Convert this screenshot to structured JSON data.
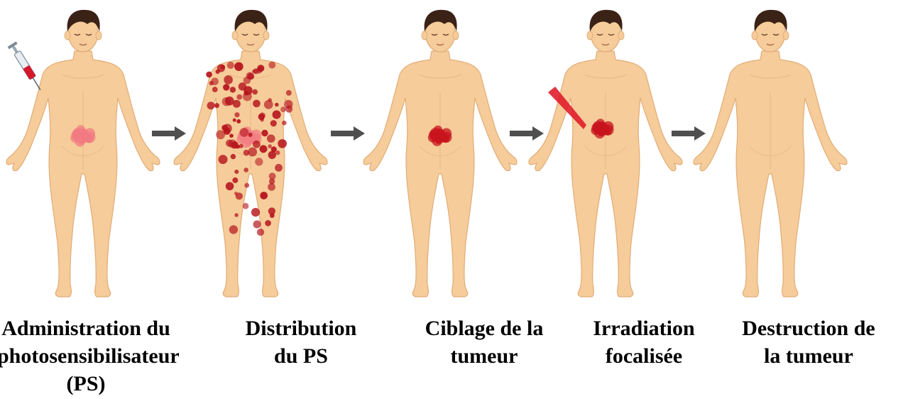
{
  "colors": {
    "skin": "#F5CC9A",
    "skin_shadow": "#E2AC78",
    "hair": "#3B2216",
    "arrow": "#4F4F4F",
    "tumor_diffuse": "#F26C7E",
    "tumor": "#C8141E",
    "dots": "#B5121B",
    "laser": "#E01E2B"
  },
  "icons": {
    "syringe": "syringe-icon",
    "laser": "laser-beam-icon",
    "arrow": "right-arrow-icon"
  },
  "steps": [
    {
      "lines": [
        "Administration du",
        "photosensibilisateur",
        "(PS)"
      ]
    },
    {
      "lines": [
        "Distribution",
        "du PS"
      ]
    },
    {
      "lines": [
        "Ciblage de la",
        "tumeur"
      ]
    },
    {
      "lines": [
        "Irradiation",
        "focalisée"
      ]
    },
    {
      "lines": [
        "Destruction de",
        "la tumeur"
      ]
    }
  ]
}
